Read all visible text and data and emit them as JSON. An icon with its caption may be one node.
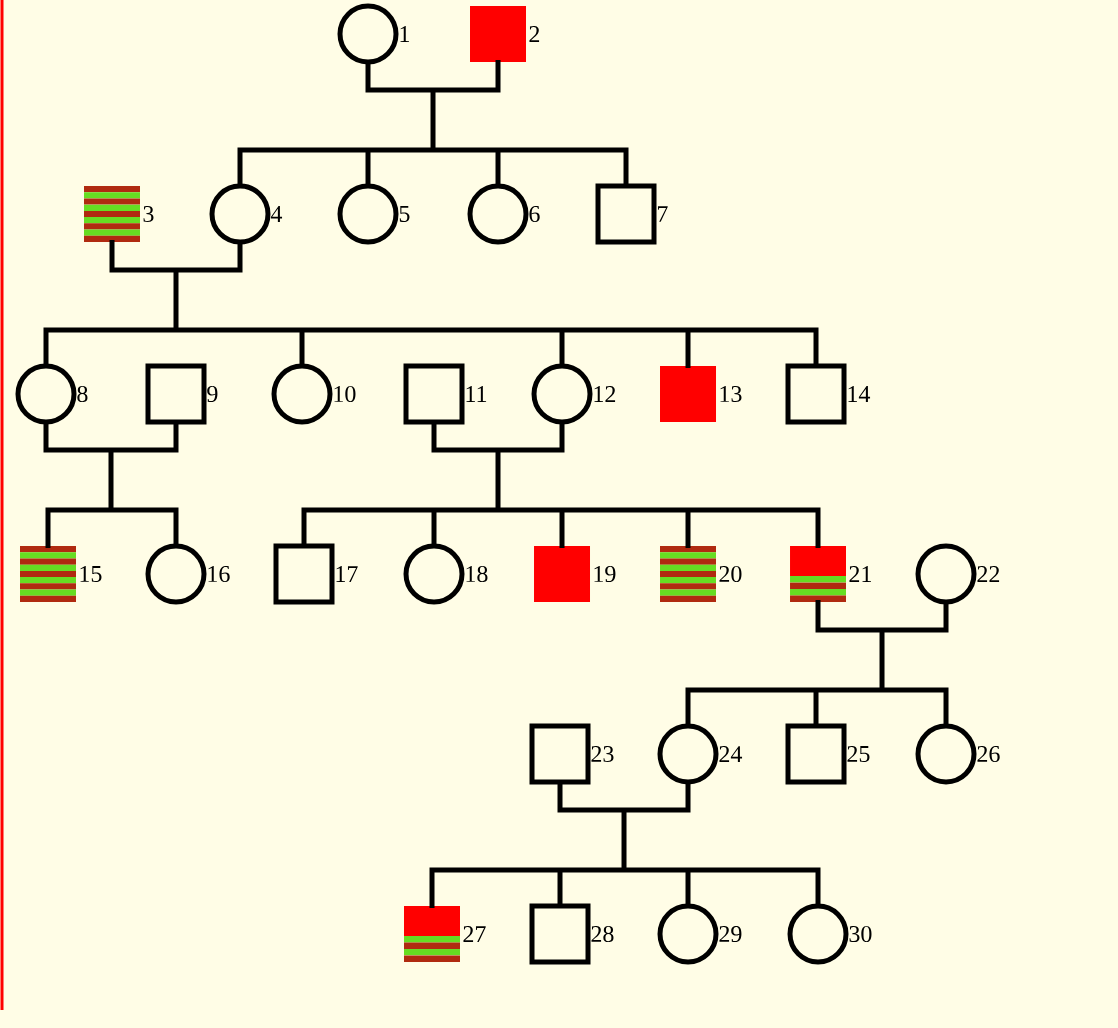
{
  "diagram": {
    "nodes": [
      {
        "text": [],
        "shape": "circle",
        "beside": [
          "1"
        ]
      },
      {
        "text": [],
        "shape": "box",
        "beside": [
          "2"
        ]
      },
      {
        "text": [],
        "shape": "box",
        "beside": [
          "3"
        ]
      },
      {
        "text": [],
        "shape": "circle",
        "beside": [
          "4"
        ]
      },
      {
        "text": [],
        "shape": "circle",
        "beside": [
          "5"
        ]
      },
      {
        "text": [],
        "shape": "circle",
        "beside": [
          "6"
        ]
      },
      {
        "text": [],
        "shape": "box",
        "beside": [
          "7"
        ]
      },
      {
        "text": [],
        "shape": "circle",
        "beside": [
          "8"
        ]
      },
      {
        "text": [],
        "shape": "box",
        "beside": [
          "9"
        ]
      },
      {
        "text": [],
        "shape": "circle",
        "beside": [
          "10"
        ]
      },
      {
        "text": [],
        "shape": "box",
        "beside": [
          "11"
        ]
      },
      {
        "text": [],
        "shape": "circle",
        "beside": [
          "12"
        ]
      },
      {
        "text": [],
        "shape": "box",
        "beside": [
          "13"
        ]
      },
      {
        "text": [],
        "shape": "box",
        "beside": [
          "14"
        ]
      },
      {
        "text": [],
        "shape": "box",
        "beside": [
          "15"
        ]
      },
      {
        "text": [],
        "shape": "circle",
        "beside": [
          "16"
        ]
      },
      {
        "text": [],
        "shape": "box",
        "beside": [
          "17"
        ]
      },
      {
        "text": [],
        "shape": "circle",
        "beside": [
          "18"
        ]
      },
      {
        "text": [],
        "shape": "box",
        "beside": [
          "19"
        ]
      },
      {
        "text": [],
        "shape": "box",
        "beside": [
          "20"
        ]
      },
      {
        "text": [],
        "shape": "box",
        "beside": [
          "21"
        ]
      },
      {
        "text": [],
        "shape": "circle",
        "beside": [
          "22"
        ]
      },
      {
        "text": [],
        "shape": "box",
        "beside": [
          "23"
        ]
      },
      {
        "text": [],
        "shape": "circle",
        "beside": [
          "24"
        ]
      },
      {
        "text": [],
        "shape": "box",
        "beside": [
          "25"
        ]
      },
      {
        "text": [],
        "shape": "circle",
        "beside": [
          "26"
        ]
      },
      {
        "text": [],
        "shape": "box",
        "beside": [
          "27"
        ]
      },
      {
        "text": [],
        "shape": "box",
        "beside": [
          "28"
        ]
      },
      {
        "text": [],
        "shape": "circle",
        "beside": [
          "29"
        ]
      },
      {
        "text": [],
        "shape": "circle",
        "beside": [
          "30"
        ]
      }
    ],
    "edges": [
      {
        "from": 0,
        "to": 3,
        "arrow": "none"
      },
      {
        "from": 1,
        "to": 3,
        "arrow": "none"
      },
      {
        "from": 0,
        "to": 4,
        "arrow": "none"
      },
      {
        "from": 1,
        "to": 4,
        "arrow": "none"
      },
      {
        "from": 0,
        "to": 5,
        "arrow": "none"
      },
      {
        "from": 1,
        "to": 5,
        "arrow": "none"
      },
      {
        "from": 0,
        "to": 6,
        "arrow": "none"
      },
      {
        "from": 1,
        "to": 6,
        "arrow": "none"
      },
      {
        "from": 2,
        "to": 7,
        "arrow": "none"
      },
      {
        "from": 3,
        "to": 7,
        "arrow": "none"
      },
      {
        "from": 2,
        "to": 9,
        "arrow": "none"
      },
      {
        "from": 3,
        "to": 9,
        "arrow": "none"
      },
      {
        "from": 2,
        "to": 11,
        "arrow": "none"
      },
      {
        "from": 3,
        "to": 11,
        "arrow": "none"
      },
      {
        "from": 2,
        "to": 12,
        "arrow": "none"
      },
      {
        "from": 3,
        "to": 12,
        "arrow": "none"
      },
      {
        "from": 2,
        "to": 13,
        "arrow": "none"
      },
      {
        "from": 3,
        "to": 13,
        "arrow": "none"
      },
      {
        "from": 7,
        "to": 14,
        "arrow": "none"
      },
      {
        "from": 8,
        "to": 14,
        "arrow": "none"
      },
      {
        "from": 7,
        "to": 15,
        "arrow": "none"
      },
      {
        "from": 8,
        "to": 15,
        "arrow": "none"
      },
      {
        "from": 10,
        "to": 16,
        "arrow": "none"
      },
      {
        "from": 11,
        "to": 16,
        "arrow": "none"
      },
      {
        "from": 10,
        "to": 17,
        "arrow": "none"
      },
      {
        "from": 11,
        "to": 17,
        "arrow": "none"
      },
      {
        "from": 10,
        "to": 18,
        "arrow": "none"
      },
      {
        "from": 11,
        "to": 18,
        "arrow": "none"
      },
      {
        "from": 10,
        "to": 19,
        "arrow": "none"
      },
      {
        "from": 11,
        "to": 19,
        "arrow": "none"
      },
      {
        "from": 10,
        "to": 20,
        "arrow": "none"
      },
      {
        "from": 11,
        "to": 20,
        "arrow": "none"
      },
      {
        "from": 20,
        "to": 23,
        "arrow": "none"
      },
      {
        "from": 21,
        "to": 23,
        "arrow": "none"
      },
      {
        "from": 20,
        "to": 24,
        "arrow": "none"
      },
      {
        "from": 21,
        "to": 24,
        "arrow": "none"
      },
      {
        "from": 20,
        "to": 25,
        "arrow": "none"
      },
      {
        "from": 21,
        "to": 25,
        "arrow": "none"
      },
      {
        "from": 22,
        "to": 26,
        "arrow": "none"
      },
      {
        "from": 23,
        "to": 26,
        "arrow": "none"
      },
      {
        "from": 22,
        "to": 27,
        "arrow": "none"
      },
      {
        "from": 23,
        "to": 27,
        "arrow": "none"
      },
      {
        "from": 22,
        "to": 28,
        "arrow": "none"
      },
      {
        "from": 23,
        "to": 28,
        "arrow": "none"
      },
      {
        "from": 22,
        "to": 29,
        "arrow": "none"
      },
      {
        "from": 23,
        "to": 29,
        "arrow": "none"
      }
    ]
  }
}
